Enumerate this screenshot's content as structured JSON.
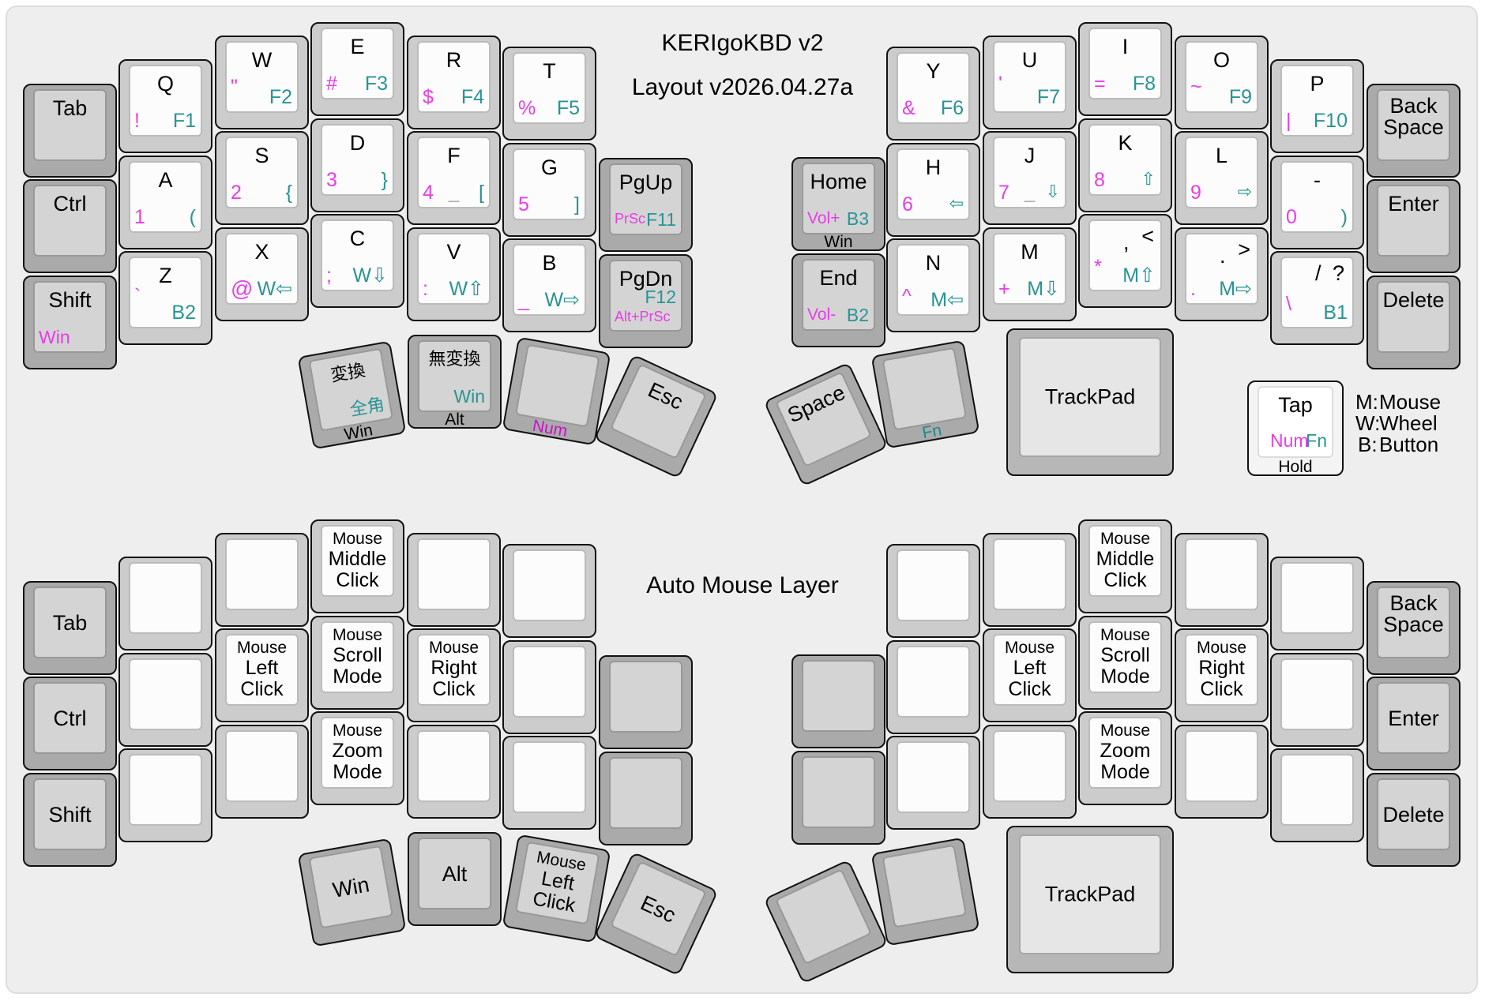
{
  "titles": {
    "keyboard": "KERIgoKBD v2",
    "layout_version": "Layout v2026.04.27a",
    "mouse_layer": "Auto Mouse Layer"
  },
  "colors": {
    "panel_bg": "#eeeeee",
    "num_layer": "#e83de8",
    "fn_layer": "#2a9494",
    "key_alpha_bg": "#fcfcfc",
    "key_mod_bg": "#d4d4d4"
  },
  "base": {
    "tab": "Tab",
    "ctrl": "Ctrl",
    "shift": "Shift",
    "shift_hold": "Win",
    "q": {
      "main": "Q",
      "num": "!",
      "fn": "F1"
    },
    "a": {
      "main": "A",
      "num": "1",
      "fn": "("
    },
    "z": {
      "main": "Z",
      "num": "`",
      "fn": "B2"
    },
    "w": {
      "main": "W",
      "num": "\"",
      "fn": "F2"
    },
    "s": {
      "main": "S",
      "num": "2",
      "fn": "{"
    },
    "x": {
      "main": "X",
      "num": "@",
      "fn": "W⇦"
    },
    "e": {
      "main": "E",
      "num": "#",
      "fn": "F3"
    },
    "d": {
      "main": "D",
      "num": "3",
      "fn": "}"
    },
    "c": {
      "main": "C",
      "num": ";",
      "fn": "W⇩"
    },
    "r": {
      "main": "R",
      "num": "$",
      "fn": "F4"
    },
    "f": {
      "main": "F",
      "num": "4",
      "mid": "_",
      "fn": "["
    },
    "v": {
      "main": "V",
      "num": ":",
      "fn": "W⇧"
    },
    "t": {
      "main": "T",
      "num": "%",
      "fn": "F5"
    },
    "g": {
      "main": "G",
      "num": "5",
      "fn": "]"
    },
    "b": {
      "main": "B",
      "num": "_",
      "fn": "W⇨"
    },
    "pgup": {
      "main": "PgUp",
      "num": "PrSc",
      "fn": "F11"
    },
    "pgdn": {
      "main": "PgDn",
      "fn": "F12",
      "num": "Alt+PrSc"
    },
    "home": {
      "main": "Home",
      "num": "Vol+",
      "fn": "B3",
      "hold": "Win"
    },
    "end": {
      "main": "End",
      "num": "Vol-",
      "fn": "B2"
    },
    "y": {
      "main": "Y",
      "num": "&",
      "fn": "F6"
    },
    "h": {
      "main": "H",
      "num": "6",
      "fn": "⇦"
    },
    "n": {
      "main": "N",
      "num": "^",
      "fn": "M⇦"
    },
    "u": {
      "main": "U",
      "num": "'",
      "fn": "F7"
    },
    "j": {
      "main": "J",
      "num": "7",
      "mid": "_",
      "fn": "⇩"
    },
    "m": {
      "main": "M",
      "num": "+",
      "fn": "M⇩"
    },
    "i": {
      "main": "I",
      "num": "=",
      "fn": "F8"
    },
    "k": {
      "main": "K",
      "num": "8",
      "fn": "⇧"
    },
    "comma": {
      "main": ",",
      "shifted": "<",
      "num": "*",
      "fn": "M⇧"
    },
    "o": {
      "main": "O",
      "num": "~",
      "fn": "F9"
    },
    "l": {
      "main": "L",
      "num": "9",
      "fn": "⇨"
    },
    "period": {
      "main": ".",
      "shifted": ">",
      "num": ".",
      "fn": "M⇨"
    },
    "p": {
      "main": "P",
      "num": "|",
      "fn": "F10"
    },
    "minus": {
      "main": "-",
      "num": "0",
      "fn": ")"
    },
    "slash": {
      "main": "/",
      "shifted": "?",
      "num": "\\",
      "fn": "B1"
    },
    "backspace": "Back Space",
    "enter": "Enter",
    "delete": "Delete",
    "henkan": {
      "main": "変換",
      "fn": "全角",
      "hold": "Win"
    },
    "muhenkan": {
      "main": "無変換",
      "fn": "Win",
      "hold": "Alt"
    },
    "num_thumb": {
      "hold": "Num"
    },
    "esc": "Esc",
    "space": "Space",
    "fn_thumb": {
      "hold": "Fn"
    },
    "trackpad": "TrackPad"
  },
  "legend": {
    "tap": "Tap",
    "num": "Num",
    "fn": "Fn",
    "hold": "Hold",
    "items": [
      {
        "abbr": "M:",
        "meaning": "Mouse"
      },
      {
        "abbr": "W:",
        "meaning": "Wheel"
      },
      {
        "abbr": "B:",
        "meaning": "Button"
      }
    ]
  },
  "mouse": {
    "tab": "Tab",
    "ctrl": "Ctrl",
    "shift": "Shift",
    "backspace": "Back Space",
    "enter": "Enter",
    "delete": "Delete",
    "middle_click": {
      "l1": "Mouse",
      "l2": "Middle",
      "l3": "Click"
    },
    "left_click": {
      "l1": "Mouse",
      "l2": "Left",
      "l3": "Click"
    },
    "scroll_mode": {
      "l1": "Mouse",
      "l2": "Scroll",
      "l3": "Mode"
    },
    "right_click": {
      "l1": "Mouse",
      "l2": "Right",
      "l3": "Click"
    },
    "zoom_mode": {
      "l1": "Mouse",
      "l2": "Zoom",
      "l3": "Mode"
    },
    "win": "Win",
    "alt": "Alt",
    "thumb_left_click": {
      "l1": "Mouse",
      "l2": "Left",
      "l3": "Click"
    },
    "esc": "Esc",
    "trackpad": "TrackPad"
  }
}
